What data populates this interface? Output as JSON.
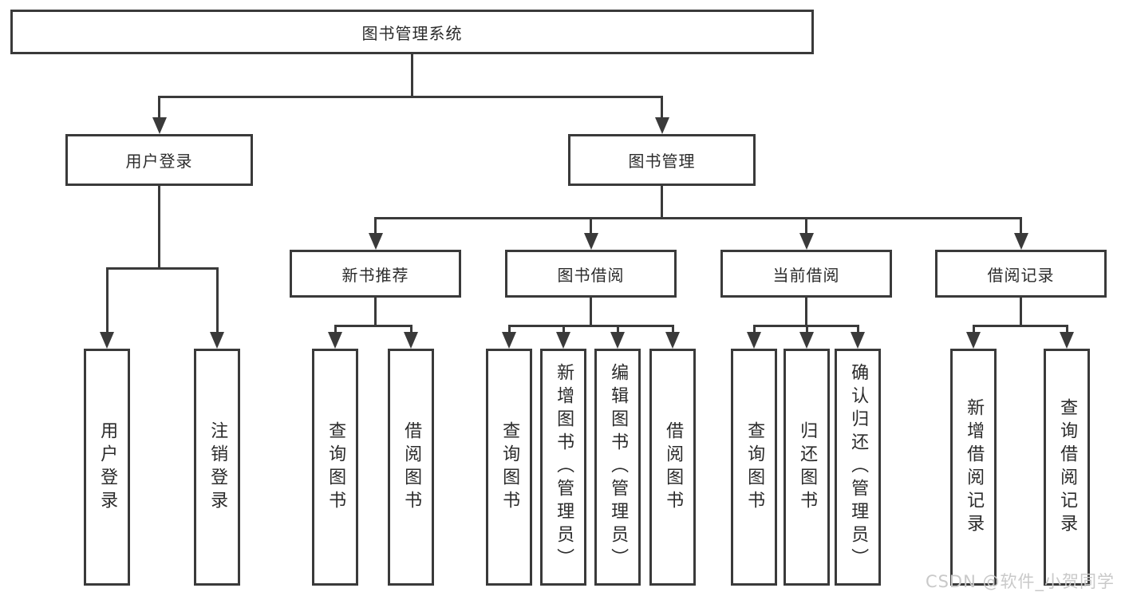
{
  "diagram": {
    "type": "hierarchy-tree",
    "title": "图书管理系统"
  },
  "colors": {
    "line": "#3a3a3a",
    "text": "#2b2b2b",
    "background": "#ffffff",
    "watermark": "#c9c9c9"
  },
  "watermark": {
    "text": "CSDN @软件_小贺同学"
  },
  "nodes": [
    {
      "id": "root",
      "label": "图书管理系统",
      "level": 1,
      "parent": null,
      "orientation": "horizontal"
    },
    {
      "id": "user-login",
      "label": "用户登录",
      "level": 2,
      "parent": "root",
      "orientation": "horizontal"
    },
    {
      "id": "book-mgmt",
      "label": "图书管理",
      "level": 2,
      "parent": "root",
      "orientation": "horizontal"
    },
    {
      "id": "new-book-rec",
      "label": "新书推荐",
      "level": 3,
      "parent": "book-mgmt",
      "orientation": "horizontal"
    },
    {
      "id": "book-borrow",
      "label": "图书借阅",
      "level": 3,
      "parent": "book-mgmt",
      "orientation": "horizontal"
    },
    {
      "id": "current-borrow",
      "label": "当前借阅",
      "level": 3,
      "parent": "book-mgmt",
      "orientation": "horizontal"
    },
    {
      "id": "borrow-records",
      "label": "借阅记录",
      "level": 3,
      "parent": "book-mgmt",
      "orientation": "horizontal"
    },
    {
      "id": "leaf-user-login",
      "label": "用户登录",
      "level": 4,
      "parent": "user-login",
      "orientation": "vertical"
    },
    {
      "id": "leaf-logout",
      "label": "注销登录",
      "level": 4,
      "parent": "user-login",
      "orientation": "vertical"
    },
    {
      "id": "leaf-query-book-1",
      "label": "查询图书",
      "level": 4,
      "parent": "new-book-rec",
      "orientation": "vertical"
    },
    {
      "id": "leaf-borrow-book-1",
      "label": "借阅图书",
      "level": 4,
      "parent": "new-book-rec",
      "orientation": "vertical"
    },
    {
      "id": "leaf-query-book-2",
      "label": "查询图书",
      "level": 4,
      "parent": "book-borrow",
      "orientation": "vertical"
    },
    {
      "id": "leaf-add-book",
      "label": "新增图书（管理员）",
      "level": 4,
      "parent": "book-borrow",
      "orientation": "vertical"
    },
    {
      "id": "leaf-edit-book",
      "label": "编辑图书（管理员）",
      "level": 4,
      "parent": "book-borrow",
      "orientation": "vertical"
    },
    {
      "id": "leaf-borrow-book-2",
      "label": "借阅图书",
      "level": 4,
      "parent": "book-borrow",
      "orientation": "vertical"
    },
    {
      "id": "leaf-query-book-3",
      "label": "查询图书",
      "level": 4,
      "parent": "current-borrow",
      "orientation": "vertical"
    },
    {
      "id": "leaf-return-book",
      "label": "归还图书",
      "level": 4,
      "parent": "current-borrow",
      "orientation": "vertical"
    },
    {
      "id": "leaf-confirm-return",
      "label": "确认归还（管理员）",
      "level": 4,
      "parent": "current-borrow",
      "orientation": "vertical"
    },
    {
      "id": "leaf-add-record",
      "label": "新增借阅记录",
      "level": 4,
      "parent": "borrow-records",
      "orientation": "vertical"
    },
    {
      "id": "leaf-query-record",
      "label": "查询借阅记录",
      "level": 4,
      "parent": "borrow-records",
      "orientation": "vertical"
    }
  ]
}
